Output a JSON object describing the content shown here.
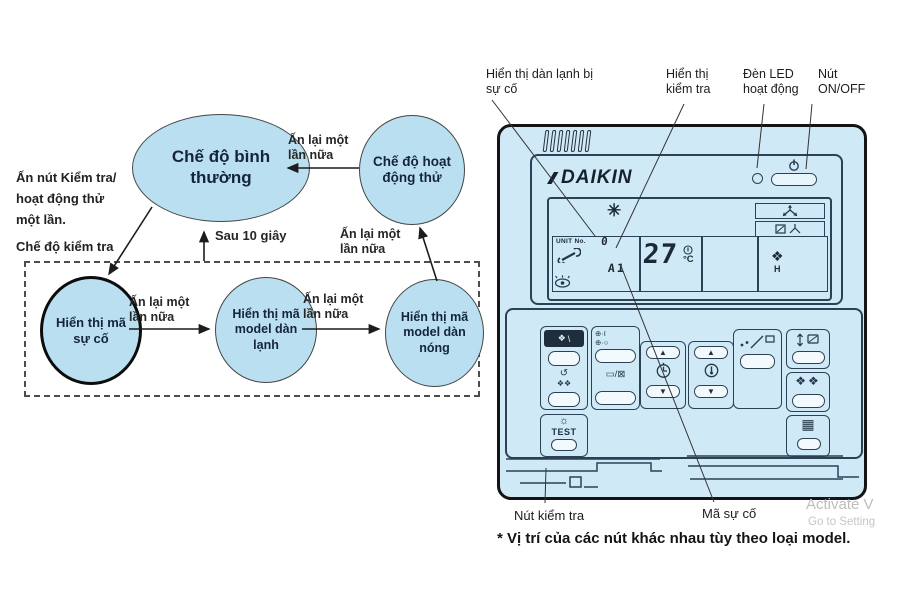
{
  "flowchart": {
    "nodes": {
      "normal": "Chế độ bình thường",
      "trial": "Chế độ hoạt động thử",
      "error_display": "Hiển thị mã sự cố",
      "indoor_model": "Hiển thị mã model dàn lạnh",
      "outdoor_model": "Hiển thị mã model dàn nóng"
    },
    "edges": {
      "press_again": "Ấn lại một lần nữa",
      "after_10s": "Sau 10 giây"
    },
    "notes": {
      "press_test_once": "Ấn nút Kiểm tra/\nhoạt động thử\nmột lần.",
      "check_mode": "Chế độ kiểm tra"
    }
  },
  "remote": {
    "brand": "DAIKIN",
    "lcd": {
      "unit_label": "UNIT No.",
      "unit_value": "0",
      "error_code": "A1",
      "temp_value": "27",
      "temp_unit": "°C",
      "fan_speed": "H",
      "snowflake": "✳"
    },
    "buttons": {
      "test_label": "TEST"
    },
    "callouts": {
      "faulty_indoor_unit": "Hiển thị dàn lạnh bị sự cố",
      "check_display": "Hiển thị kiểm tra",
      "operation_led": "Đèn LED hoạt động",
      "on_off_button": "Nút ON/OFF",
      "check_button": "Nút kiểm tra",
      "error_code": "Mã sự cố"
    },
    "footnote": "* Vị trí của các nút khác nhau tùy theo loại model."
  },
  "watermark": {
    "line1": "Activate V",
    "line2": "Go to Setting"
  },
  "colors": {
    "node_fill": "#b9dff1",
    "remote_fill": "#cfe9f7",
    "component_outline": "#2c4156",
    "body_border": "#141414",
    "watermark_gray": "#bdbdbd"
  }
}
